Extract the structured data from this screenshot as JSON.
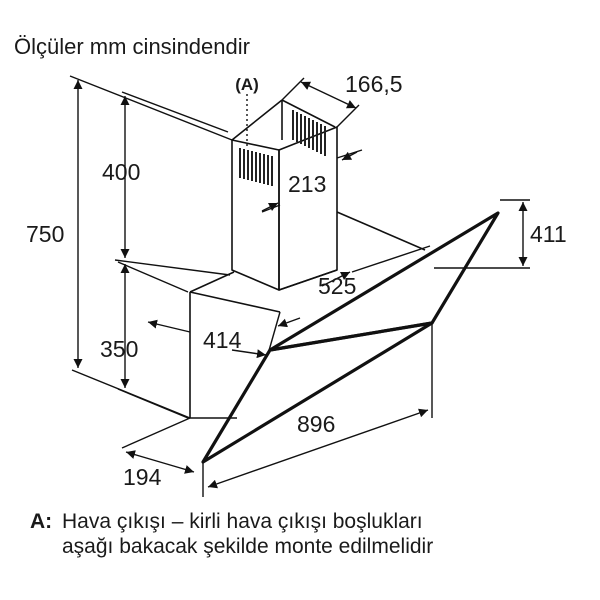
{
  "title": "Ölçüler mm cinsindendir",
  "annotation_marker": "(A)",
  "dimensions": {
    "width_chimney": "166,5",
    "depth_chimney": "213",
    "height_chimney": "400",
    "height_total": "750",
    "height_hood": "350",
    "height_glass": "411",
    "depth_525": "525",
    "depth_414": "414",
    "width_896": "896",
    "depth_194": "194"
  },
  "footnote": {
    "key": "A:",
    "line1": "Hava çıkışı – kirli hava çıkışı boşlukları",
    "line2": "aşağı bakacak şekilde monte edilmelidir"
  }
}
